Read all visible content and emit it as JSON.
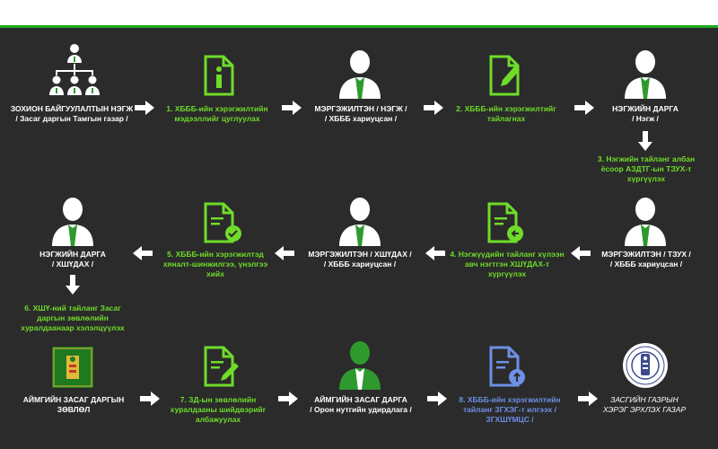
{
  "row1": {
    "n1": {
      "title": "ЗОХИОН БАЙГУУЛАЛТЫН НЭГЖ",
      "sub": "/ Засаг даргын Тамгын газар /"
    },
    "s1": "1. ХБББ-ийн хэрэгжилтийн мэдээллийг цуглуулах",
    "n2": {
      "title": "МЭРГЭЖИЛТЭН / НЭГЖ /",
      "sub": "/ ХБББ хариуцсан /"
    },
    "s2": "2. ХБББ-ийн хэрэгжилтийг тайлагнах",
    "n3": {
      "title": "НЭГЖИЙН ДАРГА",
      "sub": "/ Нэгж /"
    },
    "s3": "3. Нэгжийн тайланг албан ёсоор АЗДТГ-ын ТЗУХ-т хүргүүлэх"
  },
  "row2": {
    "n1": {
      "title": "МЭРГЭЖИЛТЭН / ТЗУХ /",
      "sub": "/ ХБББ хариуцсан /"
    },
    "s4": "4. Нэгжүүдийн тайланг хүлээн авч нэгтгэн ХШҮДАХ-т хүргүүлэх",
    "n2": {
      "title": "МЭРГЭЖИЛТЭН / ХШҮДАХ /",
      "sub": "/ ХБББ хариуцсан /"
    },
    "s5": "5. ХБББ-ийн хэрэгжилтэд хяналт-шинжилгээ, үнэлгээ хийх",
    "n3": {
      "title": "НЭГЖИЙН ДАРГА",
      "sub": "/ ХШҮДАХ /"
    },
    "s6": "6. ХШҮ-ний тайланг Засаг даргын зөвлөлийн хуралдаанаар хэлэлцүүлэх"
  },
  "row3": {
    "n1": {
      "title": "АЙМГИЙН ЗАСАГ ДАРГЫН ЗӨВЛӨЛ"
    },
    "s7": "7. ЗД-ын зөвлөлийн хуралдааны шийдвэрийг албажуулах",
    "n2": {
      "title": "АЙМГИЙН ЗАСАГ ДАРГА",
      "sub": "/ Орон нутгийн удирдлага /"
    },
    "s8": "8. ХБББ-ийн хэрэгжилтийн тайланг ЗГХЭГ-т илгээх / ЗГХШҮМЦС /",
    "n3": {
      "title": "ЗАСГИЙН ГАЗРЫН ХЭРЭГ ЭРХЛЭХ ГАЗАР"
    }
  },
  "colors": {
    "accent": "#6fdc2a",
    "step8": "#6d8fe6",
    "background": "#2b2b2b",
    "bar": "#1fae1f"
  }
}
